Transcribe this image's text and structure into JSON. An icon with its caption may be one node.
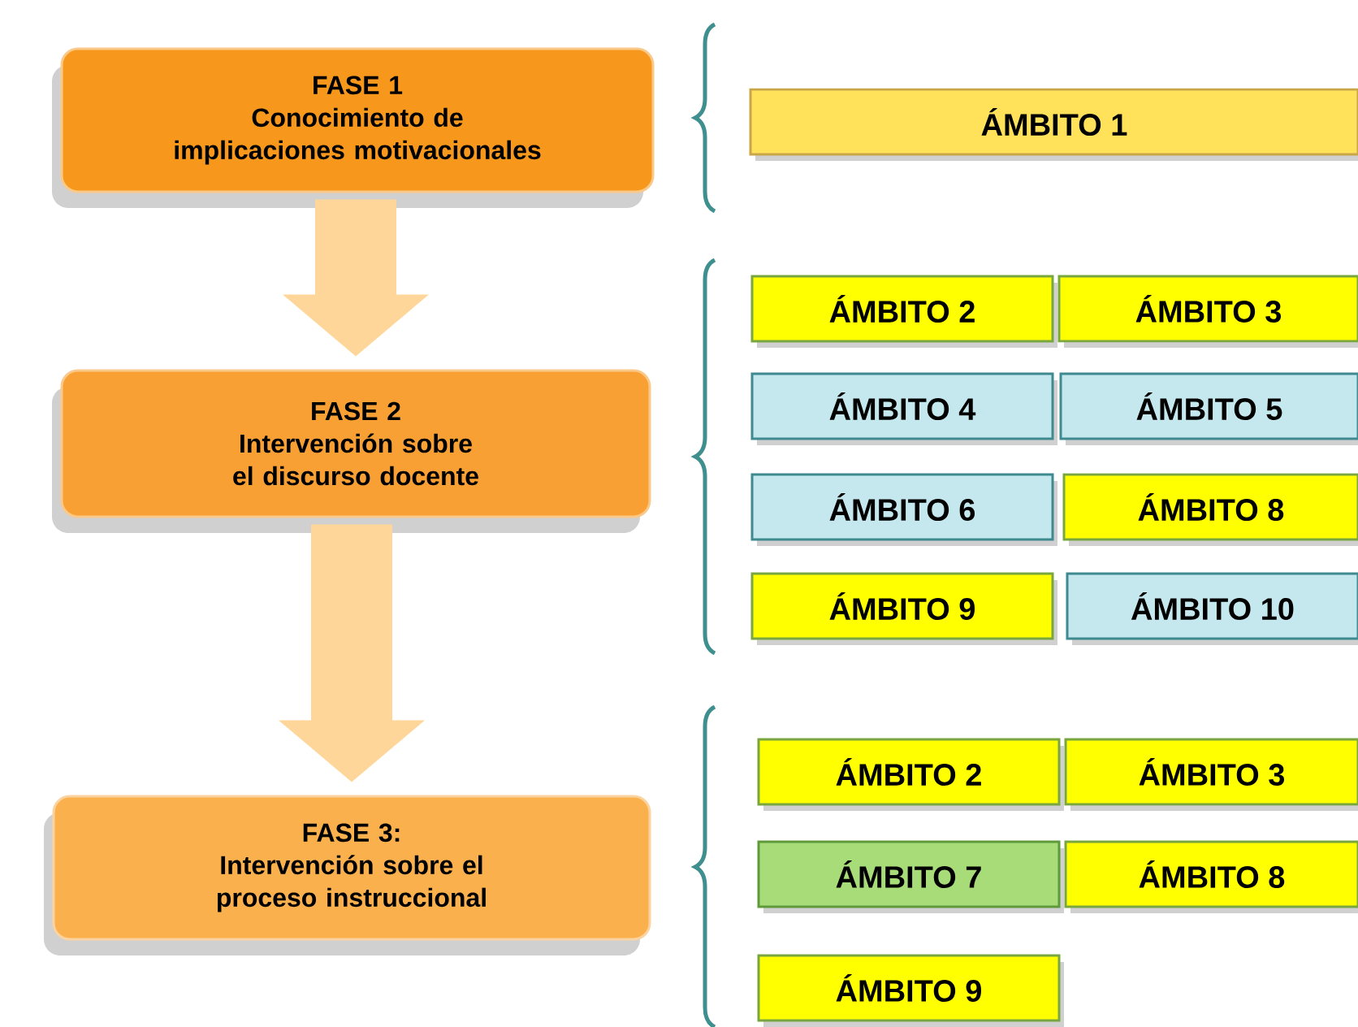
{
  "diagram": {
    "nodes": [
      {
        "text": [
          "FASE 1",
          "Conocimiento de implicaciones motivacionales"
        ]
      },
      {
        "text": [
          "FASE 2",
          "Intervención sobre el discurso docente"
        ]
      },
      {
        "text": [
          "FASE 3:",
          "Intervención sobre el proceso instruccional"
        ]
      },
      {
        "text": [
          "ÁMBITO 1"
        ]
      },
      {
        "text": [
          "ÁMBITO 2"
        ]
      },
      {
        "text": [
          "ÁMBITO 3"
        ]
      },
      {
        "text": [
          "ÁMBITO 4"
        ]
      },
      {
        "text": [
          "ÁMBITO 5"
        ]
      },
      {
        "text": [
          "ÁMBITO 6"
        ]
      },
      {
        "text": [
          "ÁMBITO 8"
        ]
      },
      {
        "text": [
          "ÁMBITO 9"
        ]
      },
      {
        "text": [
          "ÁMBITO 10"
        ]
      },
      {
        "text": [
          "ÁMBITO 2"
        ]
      },
      {
        "text": [
          "ÁMBITO 3"
        ]
      },
      {
        "text": [
          "ÁMBITO 7"
        ]
      },
      {
        "text": [
          "ÁMBITO 8"
        ]
      },
      {
        "text": [
          "ÁMBITO 9"
        ]
      }
    ],
    "edges": [
      {
        "from": 0,
        "to": 1,
        "arrow": "to"
      },
      {
        "from": 1,
        "to": 2,
        "arrow": "to"
      }
    ]
  }
}
